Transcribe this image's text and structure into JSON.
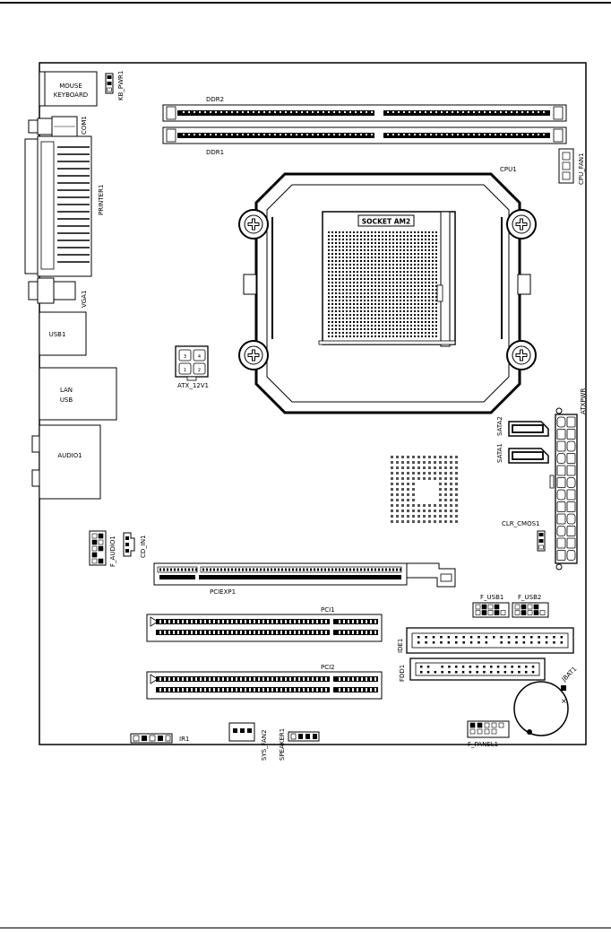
{
  "labels": {
    "mouse_keyboard_line1": "MOUSE",
    "mouse_keyboard_line2": "KEYBOARD",
    "kb_pwr": "KB_PWR1",
    "ddr2": "DDR2",
    "ddr1": "DDR1",
    "cpu_fan": "CPU_FAN1",
    "cpu": "CPU1",
    "com": "COM1",
    "printer": "PRINTER1",
    "socket": "SOCKET AM2",
    "vga": "VGA1",
    "usb1": "USB1",
    "atx12v": "ATX_12V1",
    "lan_line1": "LAN",
    "lan_line2": "USB",
    "atxpwr": "ATXPWR",
    "sata2": "SATA2",
    "sata1": "SATA1",
    "audio": "AUDIO1",
    "clr_cmos": "CLR_CMOS1",
    "f_audio": "F_AUDIO1",
    "cd_in": "CD_IN1",
    "pciexp": "PCIEXP1",
    "f_usb1": "F_USB1",
    "f_usb2": "F_USB2",
    "pci1": "PCI1",
    "ide": "IDE1",
    "fdd": "FDD1",
    "pci2": "PCI2",
    "jbat": "JBAT1",
    "ir": "IR1",
    "sys_fan": "SYS_FAN2",
    "speaker": "SPEAKER1",
    "f_panel": "F_PANEL1"
  },
  "atx12v_pins": [
    "3",
    "4",
    "1",
    "2"
  ]
}
